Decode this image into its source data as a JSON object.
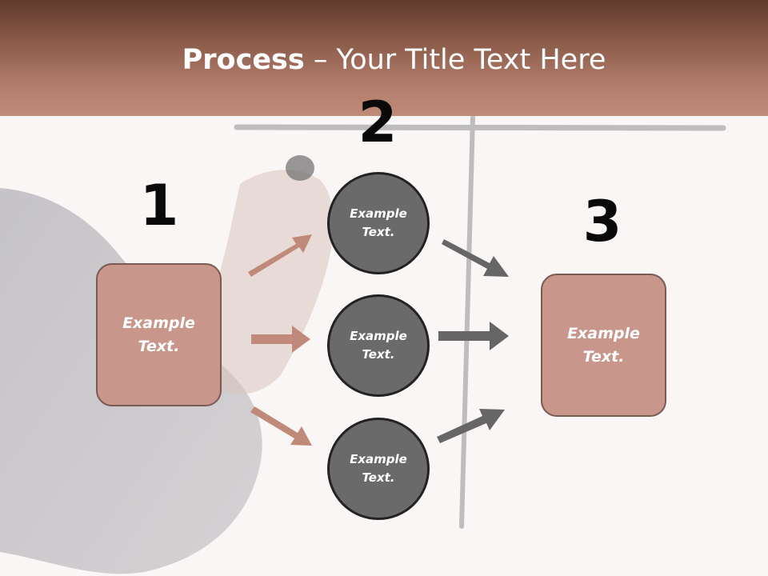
{
  "slide": {
    "title_bold": "Process",
    "title_rest": " – Your Title Text Here"
  },
  "steps": [
    {
      "number": "1",
      "label": "Example\nText."
    },
    {
      "number": "2",
      "items": [
        "Example\nText.",
        "Example\nText.",
        "Example\nText."
      ]
    },
    {
      "number": "3",
      "label": "Example\nText."
    }
  ],
  "colors": {
    "header": "#8a5a49",
    "box_fill": "#c8968a",
    "circle_fill": "#6a6a6a",
    "arrow_left": "#c08a7a",
    "arrow_right": "#666666"
  }
}
